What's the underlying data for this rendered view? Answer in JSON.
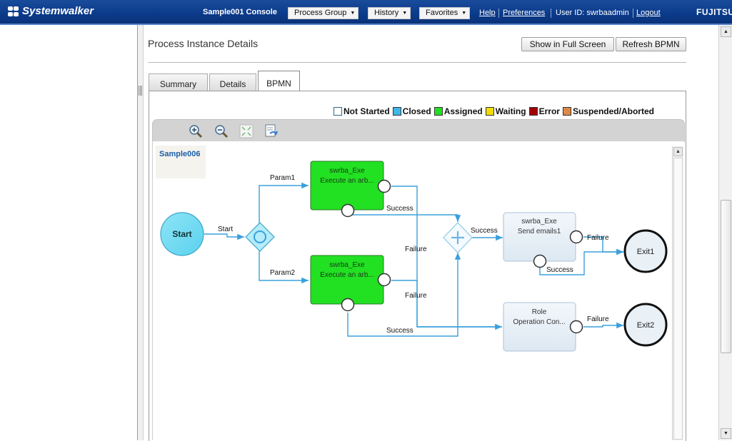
{
  "header": {
    "brand": "Systemwalker",
    "console_title": "Sample001 Console",
    "menus": [
      "Process Group",
      "History",
      "Favorites"
    ],
    "help": "Help",
    "preferences": "Preferences",
    "user_id": "User ID: swrbaadmin",
    "logout": "Logout",
    "vendor": "FUJITSU"
  },
  "page": {
    "title": "Process Instance Details",
    "full_screen_button": "Show in Full Screen",
    "refresh_button": "Refresh BPMN"
  },
  "tabs": [
    "Summary",
    "Details",
    "BPMN"
  ],
  "active_tab": "BPMN",
  "legend": [
    {
      "label": "Not Started",
      "color": "#ffffff"
    },
    {
      "label": "Closed",
      "color": "#3fb8e8"
    },
    {
      "label": "Assigned",
      "color": "#22e022"
    },
    {
      "label": "Waiting",
      "color": "#f2dd00"
    },
    {
      "label": "Error",
      "color": "#a00000"
    },
    {
      "label": "Suspended/Aborted",
      "color": "#e89a50"
    }
  ],
  "toolbar_icons": [
    "zoom-in-icon",
    "zoom-out-icon",
    "fit-to-window-icon",
    "export-icon"
  ],
  "diagram": {
    "process_name": "Sample006",
    "start_label": "Start",
    "tasks": [
      {
        "line1": "swrba_Exe",
        "line2": "Execute an arb..."
      },
      {
        "line1": "swrba_Exe",
        "line2": "Execute an arb..."
      },
      {
        "line1": "swrba_Exe",
        "line2": "Send emails1"
      },
      {
        "line1": "Role",
        "line2": "Operation Con..."
      }
    ],
    "exits": [
      "Exit1",
      "Exit2"
    ],
    "flow_labels": {
      "start": "Start",
      "param1": "Param1",
      "param2": "Param2",
      "success_a": "Success",
      "failure_a": "Failure",
      "failure_b": "Failure",
      "success_b": "Success",
      "success_join": "Success",
      "failure_c": "Failure",
      "success_c": "Success",
      "failure_d": "Failure"
    }
  }
}
